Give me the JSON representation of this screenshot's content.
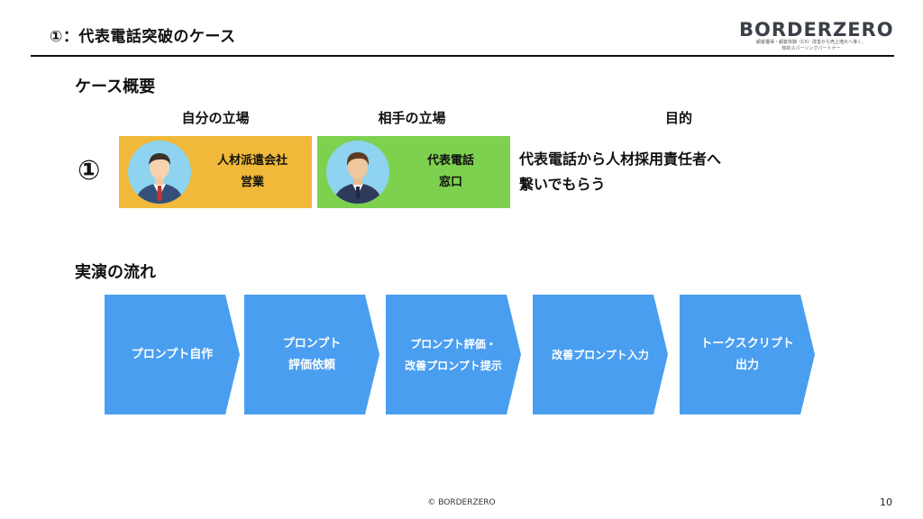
{
  "header": {
    "title": "①：代表電話突破のケース",
    "logo_word": "BORDERZERO",
    "logo_tagline_1": "顧客獲得・顧客体験（CX）改善から売上増大へ導く、",
    "logo_tagline_2": "知的スパーリングパートナー"
  },
  "case_overview": {
    "heading": "ケース概要",
    "columns": {
      "self": "自分の立場",
      "other": "相手の立場",
      "purpose": "目的"
    },
    "case_number": "①",
    "self_role": {
      "line1": "人材派遣会社",
      "line2": "営業"
    },
    "other_role": {
      "line1": "代表電話",
      "line2": "窓口"
    },
    "purpose": {
      "line1": "代表電話から人材採用責任者へ",
      "line2": "繋いでもらう"
    }
  },
  "flow": {
    "heading": "実演の流れ",
    "steps": [
      {
        "line1": "プロンプト自作",
        "line2": ""
      },
      {
        "line1": "プロンプト",
        "line2": "評価依頼"
      },
      {
        "line1": "プロンプト評価・",
        "line2": "改善プロンプト提示"
      },
      {
        "line1": "改善プロンプト入力",
        "line2": ""
      },
      {
        "line1": "トークスクリプト",
        "line2": "出力"
      }
    ]
  },
  "footer": {
    "copyright": "© BORDERZERO",
    "page_number": "10"
  },
  "colors": {
    "self_box": "#f0b93a",
    "other_box": "#7dd14f",
    "step_fill": "#4a9ef0",
    "avatar_circle": "#8ed3ef"
  }
}
